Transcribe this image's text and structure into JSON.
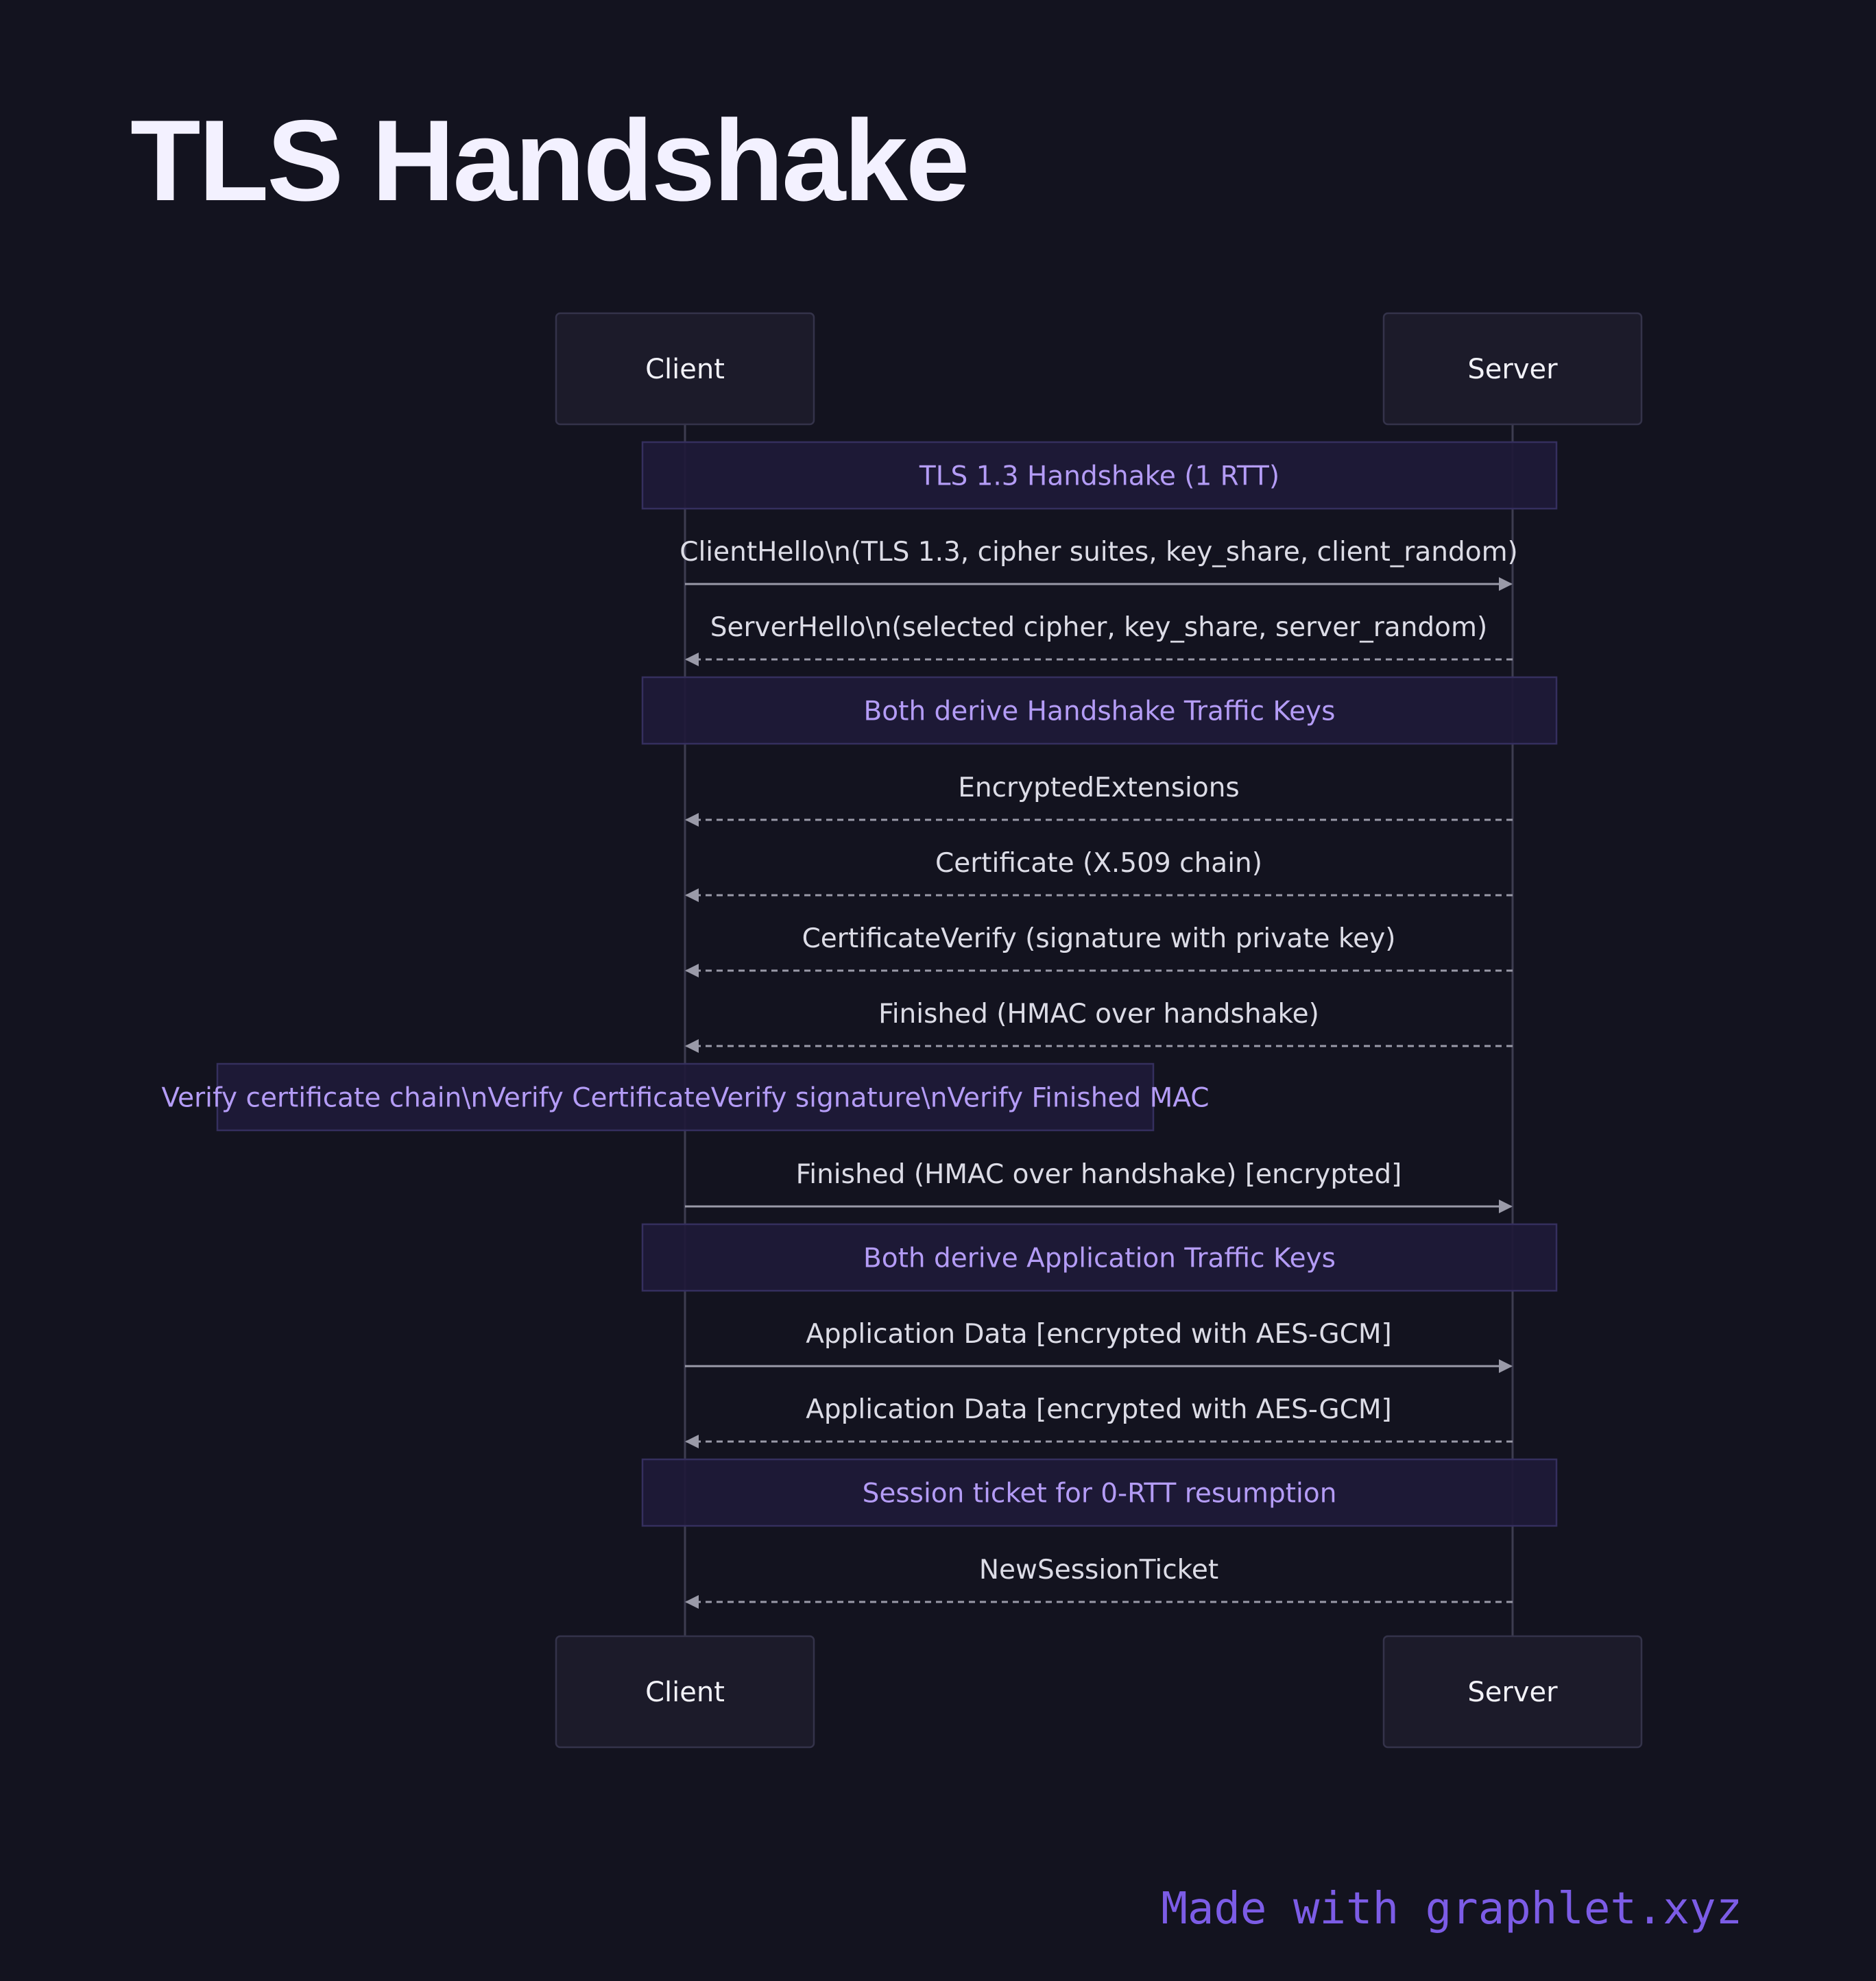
{
  "title": "TLS Handshake",
  "footer": "Made with graphlet.xyz",
  "colors": {
    "background": "#13131f",
    "participant_fill": "#1c1b2a",
    "participant_stroke": "#34334a",
    "participant_text": "#f2f2f8",
    "lifeline": "#3d3c50",
    "note_fill": "#1e1a38",
    "note_stroke": "#352f5e",
    "note_text": "#b49cf6",
    "message_line": "#9a9aa8",
    "message_text": "#dcdce6",
    "footer": "#7c5ce6"
  },
  "participants": [
    {
      "id": "client",
      "label": "Client"
    },
    {
      "id": "server",
      "label": "Server"
    }
  ],
  "steps": [
    {
      "kind": "note",
      "over": [
        "client",
        "server"
      ],
      "text": "TLS 1.3 Handshake (1 RTT)"
    },
    {
      "kind": "message",
      "from": "client",
      "to": "server",
      "style": "solid",
      "text": "ClientHello\\n(TLS 1.3, cipher suites, key_share, client_random)"
    },
    {
      "kind": "message",
      "from": "server",
      "to": "client",
      "style": "dashed",
      "text": "ServerHello\\n(selected cipher, key_share, server_random)"
    },
    {
      "kind": "note",
      "over": [
        "client",
        "server"
      ],
      "text": "Both derive Handshake Traffic Keys"
    },
    {
      "kind": "message",
      "from": "server",
      "to": "client",
      "style": "dashed",
      "text": "EncryptedExtensions"
    },
    {
      "kind": "message",
      "from": "server",
      "to": "client",
      "style": "dashed",
      "text": "Certificate (X.509 chain)"
    },
    {
      "kind": "message",
      "from": "server",
      "to": "client",
      "style": "dashed",
      "text": "CertificateVerify (signature with private key)"
    },
    {
      "kind": "message",
      "from": "server",
      "to": "client",
      "style": "dashed",
      "text": "Finished (HMAC over handshake)"
    },
    {
      "kind": "note",
      "over": [
        "client"
      ],
      "text": "Verify certificate chain\\nVerify CertificateVerify signature\\nVerify Finished MAC"
    },
    {
      "kind": "message",
      "from": "client",
      "to": "server",
      "style": "solid",
      "text": "Finished (HMAC over handshake) [encrypted]"
    },
    {
      "kind": "note",
      "over": [
        "client",
        "server"
      ],
      "text": "Both derive Application Traffic Keys"
    },
    {
      "kind": "message",
      "from": "client",
      "to": "server",
      "style": "solid",
      "text": "Application Data [encrypted with AES-GCM]"
    },
    {
      "kind": "message",
      "from": "server",
      "to": "client",
      "style": "dashed",
      "text": "Application Data [encrypted with AES-GCM]"
    },
    {
      "kind": "note",
      "over": [
        "client",
        "server"
      ],
      "text": "Session ticket for 0-RTT resumption"
    },
    {
      "kind": "message",
      "from": "server",
      "to": "client",
      "style": "dashed",
      "text": "NewSessionTicket"
    }
  ]
}
